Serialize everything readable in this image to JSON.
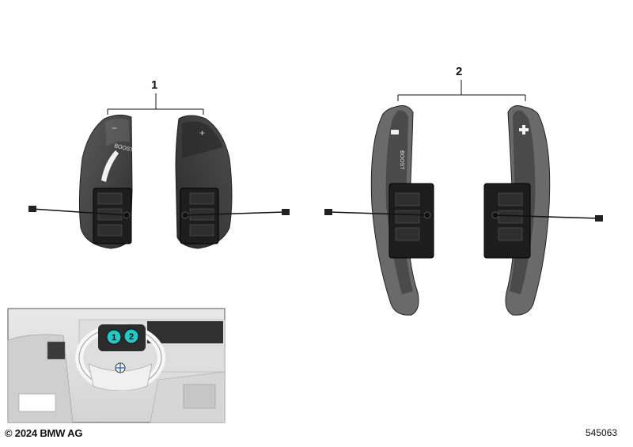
{
  "callouts": {
    "left_pair": "1",
    "right_pair": "2"
  },
  "paddle_labels": {
    "minus_symbol": "−",
    "plus_symbol": "+",
    "boost_text": "BOOST"
  },
  "inset_badges": [
    "1",
    "2"
  ],
  "footer": {
    "copyright": "© 2024 BMW AG",
    "diagram_number": "545063"
  },
  "colors": {
    "paddle_dark": "#3a3a3a",
    "paddle_rim": "#8c8c8c",
    "badge_cyan": "#22c7c7",
    "line": "#111111"
  }
}
